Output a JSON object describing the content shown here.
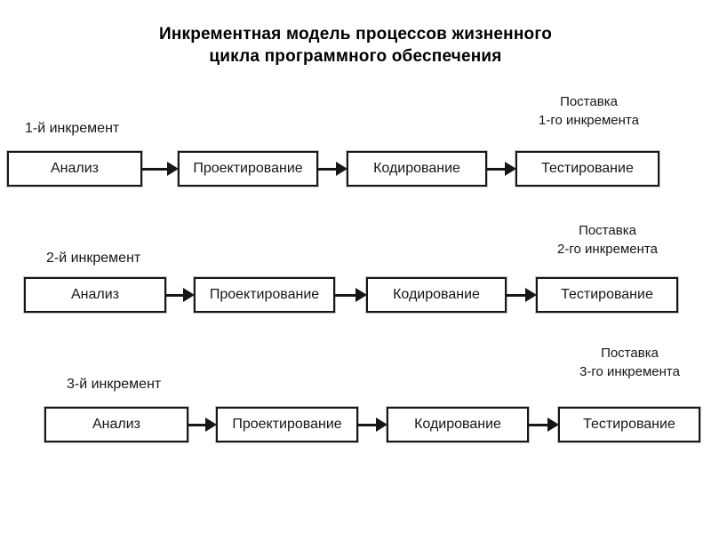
{
  "title": {
    "line1": "Инкрементная модель процессов жизненного",
    "line2": "цикла программного обеспечения"
  },
  "colors": {
    "ink": "#161616",
    "background": "#ffffff"
  },
  "rows": [
    {
      "increment_label": "1-й инкремент",
      "delivery_label": {
        "line1": "Поставка",
        "line2": "1-го инкремента"
      },
      "boxes": [
        "Анализ",
        "Проектирование",
        "Кодирование",
        "Тестирование"
      ]
    },
    {
      "increment_label": "2-й инкремент",
      "delivery_label": {
        "line1": "Поставка",
        "line2": "2-го инкремента"
      },
      "boxes": [
        "Анализ",
        "Проектирование",
        "Кодирование",
        "Тестирование"
      ]
    },
    {
      "increment_label": "3-й инкремент",
      "delivery_label": {
        "line1": "Поставка",
        "line2": "3-го инкремента"
      },
      "boxes": [
        "Анализ",
        "Проектирование",
        "Кодирование",
        "Тестирование"
      ]
    }
  ]
}
